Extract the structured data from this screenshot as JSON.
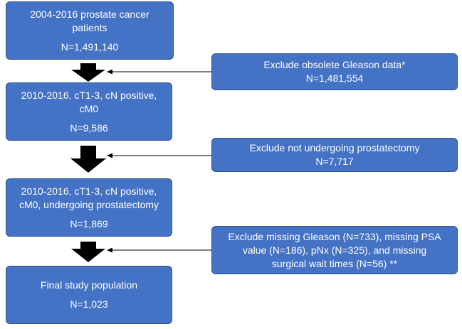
{
  "flow": {
    "steps": [
      {
        "lines": [
          "2004-2016 prostate cancer",
          "patients"
        ],
        "count": "N=1,491,140"
      },
      {
        "lines": [
          "2010-2016, cT1-3, cN positive,",
          "cM0"
        ],
        "count": "N=9,586"
      },
      {
        "lines": [
          "2010-2016, cT1-3, cN positive,",
          "cM0, undergoing prostatectomy"
        ],
        "count": "N=1,869"
      },
      {
        "lines": [
          "Final study population"
        ],
        "count": "N=1,023"
      }
    ],
    "exclusions": [
      {
        "lines": [
          "Exclude obsolete Gleason data*"
        ],
        "count": "N=1,481,554"
      },
      {
        "lines": [
          "Exclude not undergoing prostatectomy"
        ],
        "count": "N=7,717"
      },
      {
        "lines": [
          "Exclude missing Gleason (N=733), missing PSA",
          "value (N=186), pNx (N=325), and missing",
          "surgical wait times (N=56) **"
        ],
        "count": ""
      }
    ]
  },
  "colors": {
    "box_fill": "#4472c4",
    "box_border": "#2f528f",
    "arrow": "#000000",
    "text": "#ffffff"
  }
}
